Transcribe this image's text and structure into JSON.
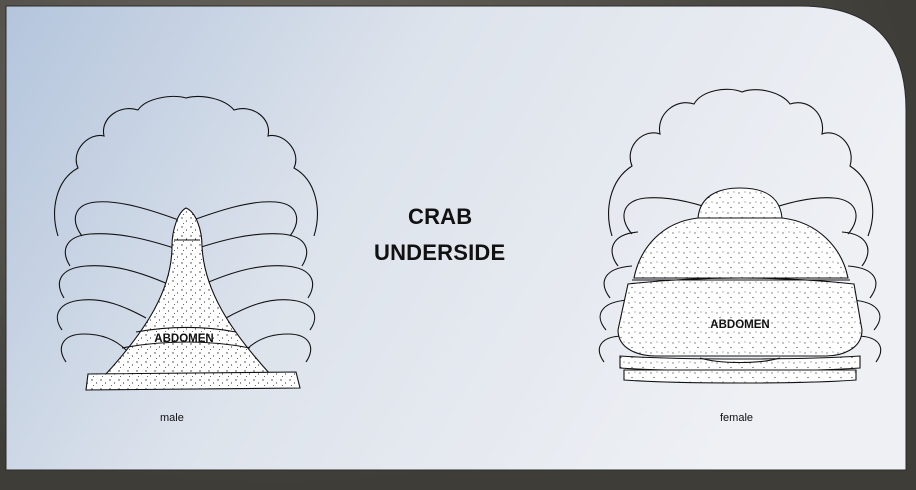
{
  "title_line1": "CRAB",
  "title_line2": "UNDERSIDE",
  "male": {
    "caption": "male",
    "abdomen_label": "ABDOMEN"
  },
  "female": {
    "caption": "female",
    "abdomen_label": "ABDOMEN"
  }
}
